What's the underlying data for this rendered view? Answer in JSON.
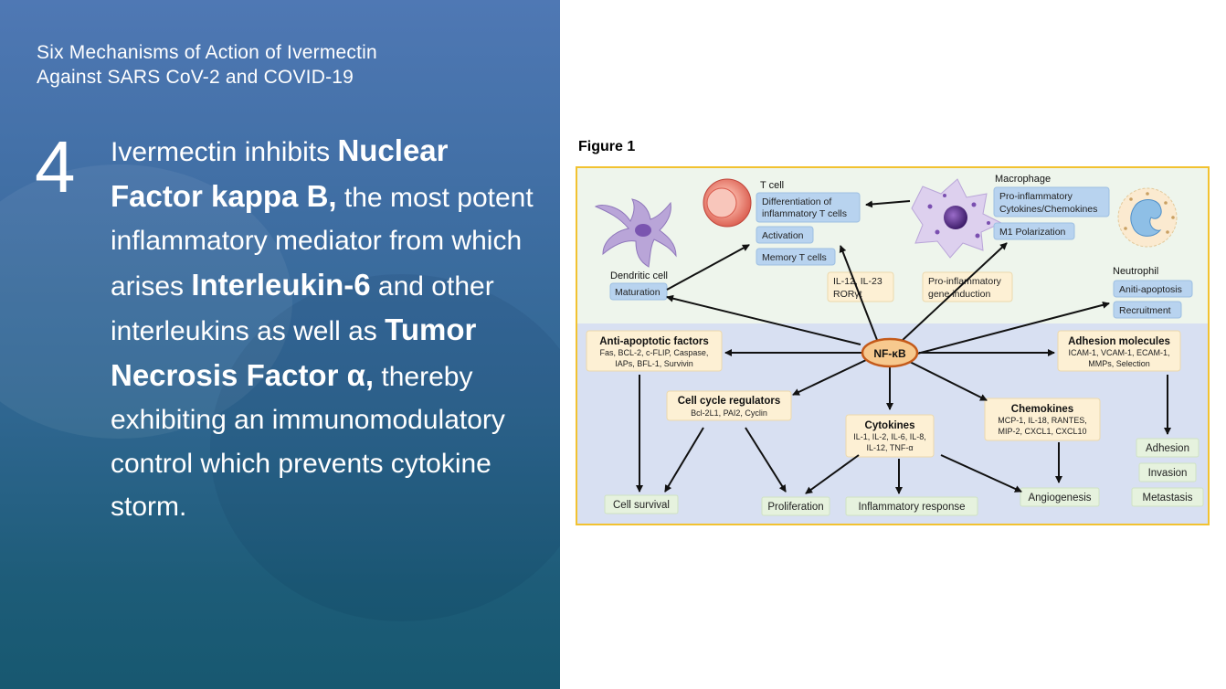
{
  "slide": {
    "subtitle_line1": "Six Mechanisms of Action of Ivermectin",
    "subtitle_line2": "Against SARS CoV-2 and COVID-19",
    "number": "4",
    "text": {
      "p1": "Ivermectin inhibits ",
      "b1": "Nuclear Factor kappa B,",
      "p2": " the most potent inflammatory mediator from which arises ",
      "b2": "Interleukin-6",
      "p3": " and other interleukins as well as ",
      "b3": "Tumor Necrosis Factor α,",
      "p4": " thereby exhibiting an immunomodulatory control which prevents cytokine storm."
    }
  },
  "figure": {
    "label": "Figure 1",
    "center": "NF-κB",
    "tcell": {
      "title": "T cell",
      "diff_1": "Differentiation of",
      "diff_2": "inflammatory T cells",
      "activation": "Activation",
      "memory": "Memory T cells"
    },
    "macrophage": {
      "title": "Macrophage",
      "pro_1": "Pro-inflammatory",
      "pro_2": "Cytokines/Chemokines",
      "m1": "M1 Polarization"
    },
    "dendritic": {
      "title": "Dendritic cell",
      "maturation": "Maturation"
    },
    "neutrophil": {
      "title": "Neutrophil",
      "anti": "Aniti-apoptosis",
      "recruit": "Recruitment"
    },
    "il": {
      "line1": "IL-12, IL-23",
      "line2": "RORγt"
    },
    "gene": {
      "line1": "Pro-inflammatory",
      "line2": "gene induction"
    },
    "anti_apoptotic": {
      "title": "Anti-apoptotic factors",
      "l1": "Fas, BCL-2, c-FLIP, Caspase,",
      "l2": "IAPs, BFL-1, Survivin"
    },
    "adhesion": {
      "title": "Adhesion molecules",
      "l1": "ICAM-1, VCAM-1, ECAM-1,",
      "l2": "MMPs, Selection"
    },
    "cell_cycle": {
      "title": "Cell cycle regulators",
      "l1": "Bcl-2L1, PAI2, Cyclin"
    },
    "cytokines": {
      "title": "Cytokines",
      "l1": "IL-1, IL-2, IL-6, IL-8,",
      "l2": "IL-12, TNF-α"
    },
    "chemokines": {
      "title": "Chemokines",
      "l1": "MCP-1, IL-18, RANTES,",
      "l2": "MIP-2, CXCL1, CXCL10"
    },
    "outcomes": {
      "cell_survival": "Cell survival",
      "proliferation": "Proliferation",
      "inflammatory_response": "Inflammatory response",
      "angiogenesis": "Angiogenesis",
      "adhesion": "Adhesion",
      "invasion": "Invasion",
      "metastasis": "Metastasis"
    },
    "colors": {
      "border": "#f2c230",
      "top_bg": "#eef5ec",
      "bottom_bg": "#d8e0f2",
      "blue_box": "#b8d3ef",
      "cream_box": "#fdf0d4",
      "green_box": "#e6f2de",
      "nfkb_fill": "#f7c98e",
      "nfkb_stroke": "#c45a1a"
    }
  }
}
